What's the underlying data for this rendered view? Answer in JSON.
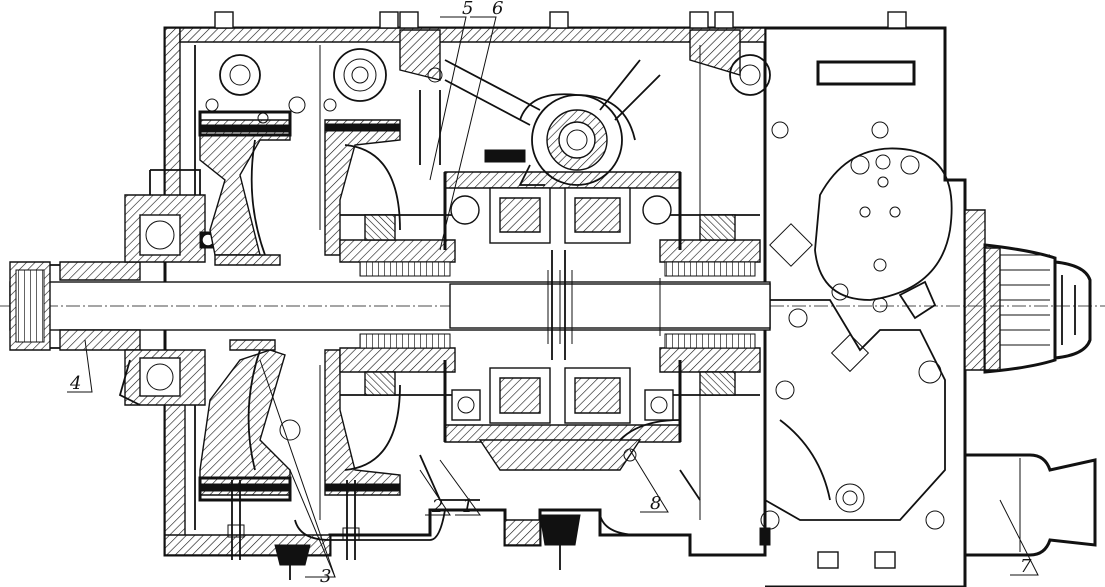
{
  "drawing": {
    "callouts": [
      {
        "id": "c1",
        "text": "1"
      },
      {
        "id": "c2",
        "text": "2"
      },
      {
        "id": "c3",
        "text": "3"
      },
      {
        "id": "c4",
        "text": "4"
      },
      {
        "id": "c5",
        "text": "5"
      },
      {
        "id": "c6",
        "text": "6"
      },
      {
        "id": "c7",
        "text": "7"
      },
      {
        "id": "c8",
        "text": "8"
      }
    ]
  },
  "colors": {
    "ink": "#111111",
    "paper": "#ffffff"
  }
}
